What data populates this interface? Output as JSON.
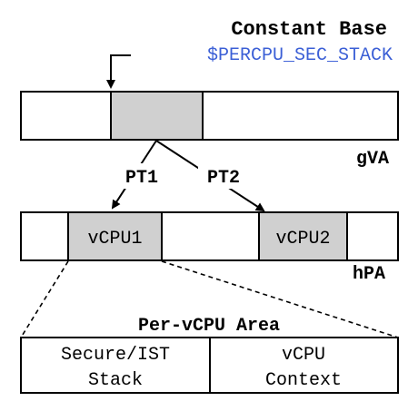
{
  "title": "Constant Base",
  "symbol": "$PERCPU_SEC_STACK",
  "gva_label": "gVA",
  "hpa_label": "hPA",
  "pt1_label": "PT1",
  "pt2_label": "PT2",
  "vcpu1_label": "vCPU1",
  "vcpu2_label": "vCPU2",
  "area_title": "Per-vCPU Area",
  "area_cells": [
    {
      "line1": "Secure/IST",
      "line2": "Stack"
    },
    {
      "line1": "vCPU",
      "line2": "Context"
    }
  ],
  "colors": {
    "symbol": "#3b5fd6",
    "fill": "#d0d0d0",
    "stroke": "#000000"
  }
}
